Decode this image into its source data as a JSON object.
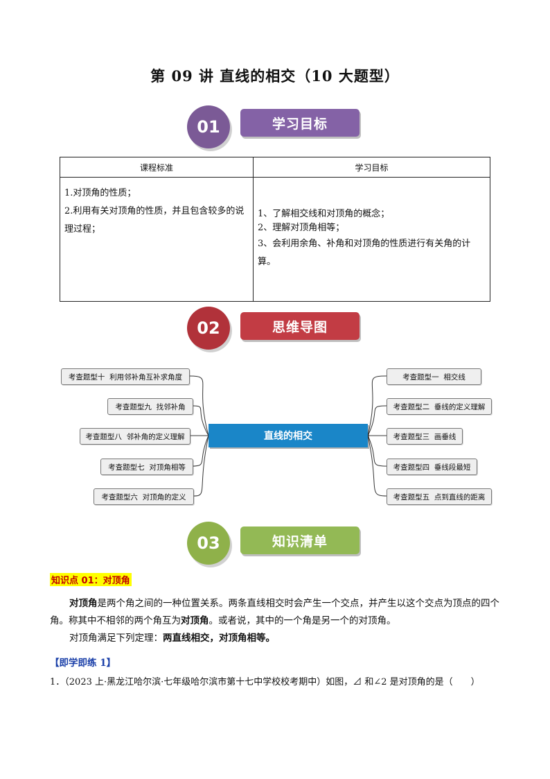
{
  "title": "第 09 讲  直线的相交（10 大题型）",
  "sections": [
    {
      "number": "01",
      "label": "学习目标",
      "badge_color": "#7b5a96",
      "bar_color": "#8462a6"
    },
    {
      "number": "02",
      "label": "思维导图",
      "badge_color": "#b1323a",
      "bar_color": "#c23c44"
    },
    {
      "number": "03",
      "label": "知识清单",
      "badge_color": "#8fb14a",
      "bar_color": "#93b955"
    }
  ],
  "goals_table": {
    "headers": [
      "课程标准",
      "学习目标"
    ],
    "left": [
      "1.对顶角的性质；",
      "2.利用有关对顶角的性质，并且包含较多的说理过程；"
    ],
    "right": [
      "1、了解相交线和对顶角的概念；",
      "2、理解对顶角相等；",
      "3、会利用余角、补角和对顶角的性质进行有关角的计算。"
    ]
  },
  "mindmap": {
    "center": "直线的相交",
    "left_nodes": [
      "考查题型十  利用邻补角互补求角度",
      "考查题型九  找邻补角",
      "考查题型八  邻补角的定义理解",
      "考查题型七  对顶角相等",
      "考查题型六  对顶角的定义"
    ],
    "right_nodes": [
      "考查题型一  相交线",
      "考查题型二  垂线的定义理解",
      "考查题型三  画垂线",
      "考查题型四  垂线段最短",
      "考查题型五  点到直线的距离"
    ]
  },
  "knowledge": {
    "point_title": "知识点 01：对顶角",
    "p1_term": "对顶角",
    "p1_a": "是两个角之间的一种位置关系。两条直线相交时会产生一个交点，并产生以这个交点为顶点的四个角。称其中不相邻的两个角互为",
    "p1_term2": "对顶角",
    "p1_b": "。或者说，其中的一个角是另一个的对顶角。",
    "p2_a": "对顶角满足下列定理：",
    "p2_theorem": "两直线相交，对顶角相等。"
  },
  "practice": {
    "heading": "【即学即练 1】",
    "q1": "1．（2023 上·黑龙江哈尔滨·七年级哈尔滨市第十七中学校校考期中）如图，⊿ 和∠2 是对顶角的是（　　）"
  }
}
